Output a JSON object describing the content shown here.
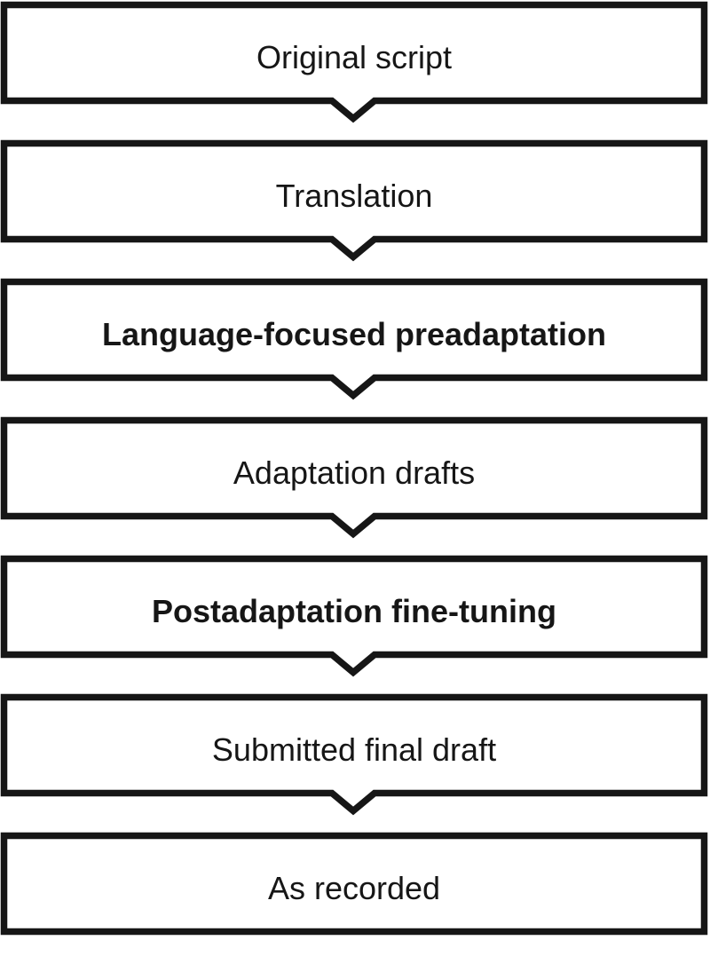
{
  "flowchart": {
    "description": "Vertical process flowchart of seven stages connected by downward chevron arrows",
    "connector_style": "down-chevron-notch",
    "colors": {
      "outline": "#161616",
      "text": "#161616",
      "background": "#ffffff"
    },
    "stages": [
      {
        "label": "Original script",
        "emphasis": "normal"
      },
      {
        "label": "Translation",
        "emphasis": "normal"
      },
      {
        "label": "Language-focused preadaptation",
        "emphasis": "bold"
      },
      {
        "label": "Adaptation drafts",
        "emphasis": "normal"
      },
      {
        "label": "Postadaptation fine-tuning",
        "emphasis": "bold"
      },
      {
        "label": "Submitted final draft",
        "emphasis": "normal"
      },
      {
        "label": "As recorded",
        "emphasis": "normal"
      }
    ]
  }
}
